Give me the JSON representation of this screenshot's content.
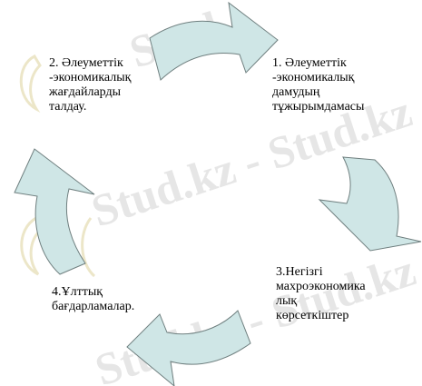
{
  "watermark": {
    "text": "Stud.kz - Stud.kz",
    "fragment": "Stud",
    "color": "#e6e6e6"
  },
  "arrows": {
    "fill": "#cfe6e6",
    "stroke": "#6f7f7f"
  },
  "steps": [
    {
      "id": "1",
      "text": "        1. Әлеуметтік\n-экономикалық\nдамудың\nтұжырымдамасы"
    },
    {
      "id": "2",
      "text": "        2. Әлеуметтік\n-экономикалық\nжағдайларды\nталдау."
    },
    {
      "id": "3",
      "text": "3.Негізгі\nмахроэкономика\nлық\nкөрсеткіштер"
    },
    {
      "id": "4",
      "text": "4.Ұлттық\nбағдарламалар."
    }
  ]
}
